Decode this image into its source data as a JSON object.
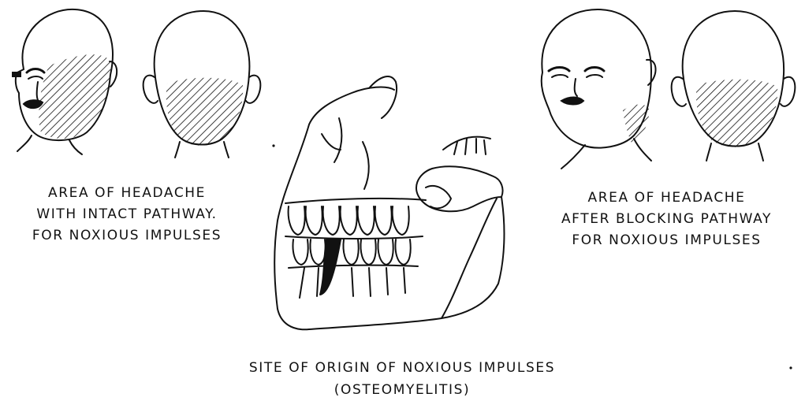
{
  "captions": {
    "left": [
      "AREA OF HEADACHE",
      "WITH INTACT PATHWAY.",
      "FOR NOXIOUS  IMPULSES"
    ],
    "right": [
      "AREA  OF  HEADACHE",
      "AFTER  BLOCKING  PATHWAY",
      "FOR  NOXIOUS  IMPULSES"
    ],
    "bottom": [
      "SITE  OF  ORIGIN  OF  NOXIOUS  IMPULSES",
      "(OSTEOMYELITIS)"
    ]
  },
  "colors": {
    "ink": "#111111",
    "paper": "#ffffff"
  }
}
